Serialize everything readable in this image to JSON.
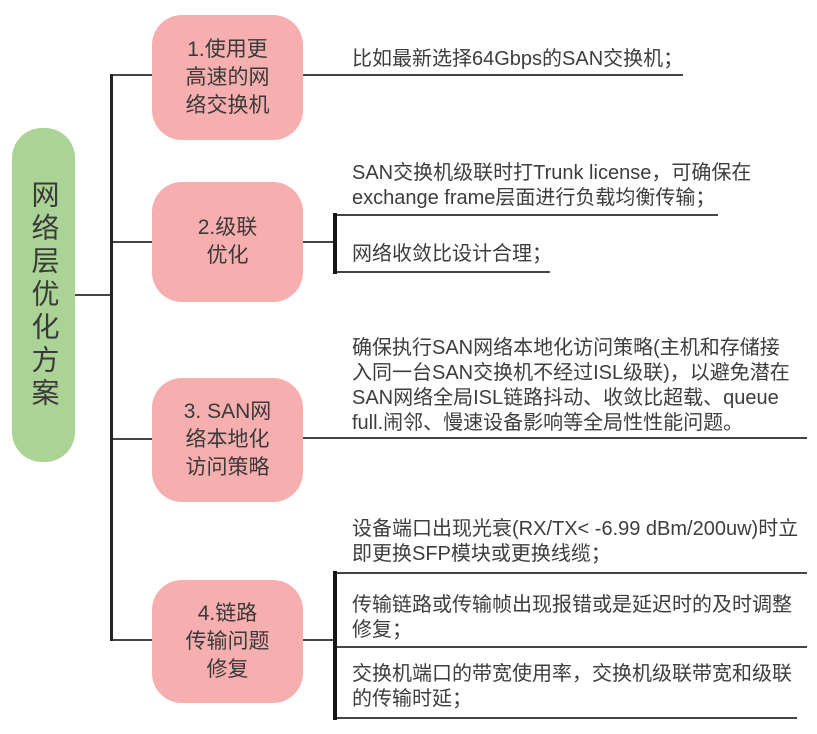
{
  "diagram": {
    "type": "tree-mindmap",
    "root": {
      "label": "网络层优化方案"
    },
    "nodes": [
      {
        "label": "1.使用更\n高速的网\n络交换机",
        "notes": [
          "比如最新选择64Gbps的SAN交换机；"
        ]
      },
      {
        "label": "2.级联\n优化",
        "notes": [
          "SAN交换机级联时打Trunk license，可确保在\nexchange frame层面进行负载均衡传输；",
          "网络收敛比设计合理；"
        ]
      },
      {
        "label": "3. SAN网\n络本地化\n访问策略",
        "notes": [
          "确保执行SAN网络本地化访问策略(主机和存储接\n入同一台SAN交换机不经过ISL级联)，以避免潜在\nSAN网络全局ISL链路抖动、收敛比超载、queue\nfull.闹邻、慢速设备影响等全局性性能问题。"
        ]
      },
      {
        "label": "4.链路\n传输问题\n修复",
        "notes": [
          "设备端口出现光衰(RX/TX< -6.99 dBm/200uw)时立\n即更换SFP模块或更换线缆；",
          "传输链路或传输帧出现报错或是延迟时的及时调整\n修复；",
          "交换机端口的带宽使用率，交换机级联带宽和级联\n的传输时延；"
        ]
      }
    ],
    "colors": {
      "root_fill": "#abd395",
      "node_fill": "#f7aeae",
      "text": "#3d3d3d",
      "line": "#404040"
    }
  }
}
